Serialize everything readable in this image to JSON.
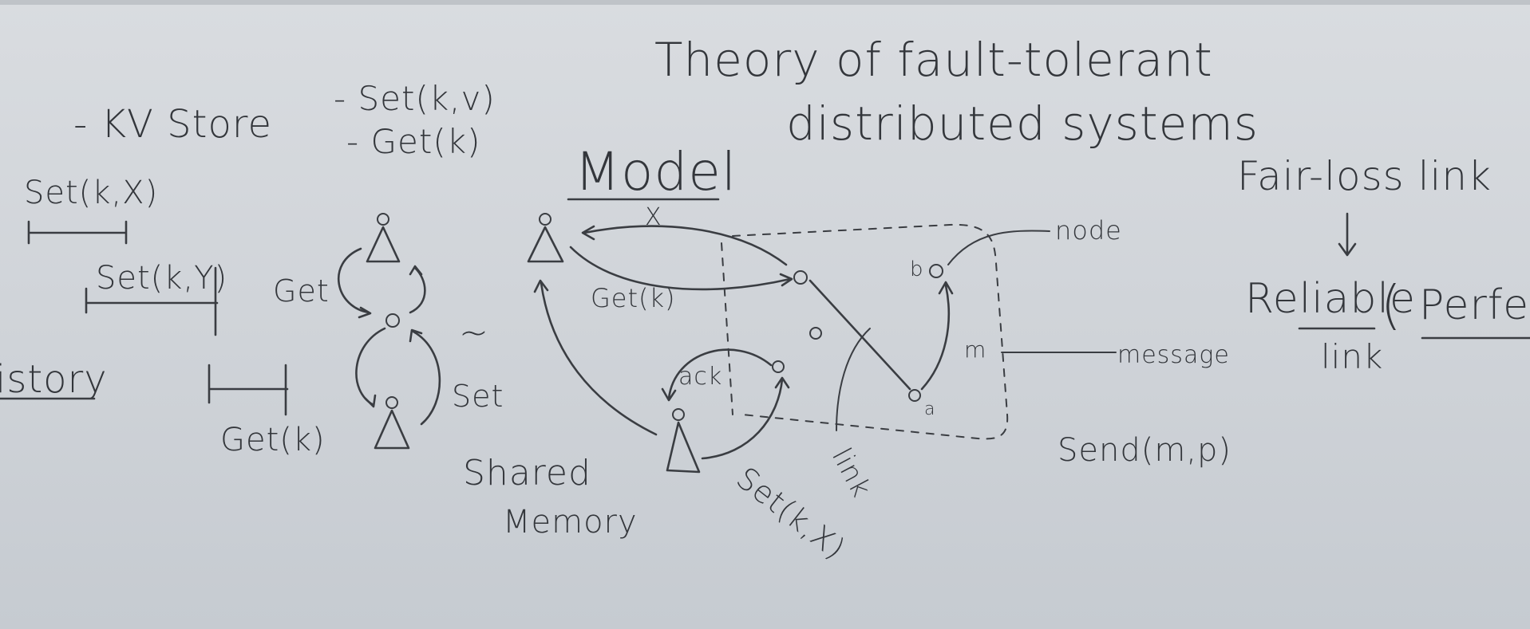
{
  "title": [
    "Theory of fault-tolerant",
    "distributed systems"
  ],
  "kv": {
    "heading": "- KV Store",
    "ops": [
      "- Set(k,v)",
      "- Get(k)"
    ],
    "history": {
      "ops": [
        "Set(k,X)",
        "Set(k,Y)",
        "Get(k)"
      ],
      "label": "istory"
    }
  },
  "shared_memory": {
    "get_label": "Get",
    "set_label": "Set",
    "tilde": "~",
    "caption": [
      "Shared",
      "Memory"
    ]
  },
  "model": {
    "heading": "Model",
    "x_label": "X",
    "get_label": "Get(k)",
    "ack_label": "ack",
    "set_label": "Set(k,X)",
    "link_label": "link",
    "node_label": "node",
    "message_label": "message",
    "m_label": "m",
    "b_label": "b",
    "a_label": "a",
    "send_label": "Send(m,p)"
  },
  "links": {
    "fair_loss": "Fair-loss link",
    "arrow": "↓",
    "reliable": "Reliable",
    "paren": "(",
    "perfect": "Perfect",
    "link": "link"
  }
}
